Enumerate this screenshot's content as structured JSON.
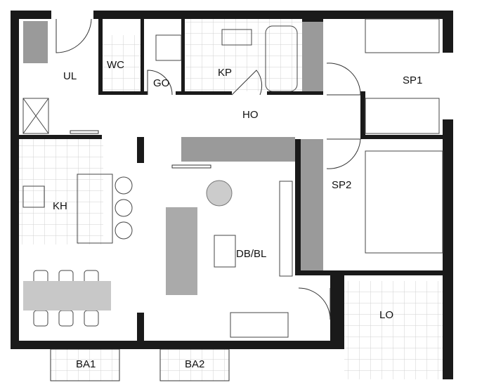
{
  "rooms": {
    "ul": "UL",
    "wc": "WC",
    "go": "GO",
    "kp": "KP",
    "sp1": "SP1",
    "ho": "HO",
    "sp2": "SP2",
    "kh": "KH",
    "dbbl": "DB/BL",
    "lo": "LO",
    "ba1": "BA1",
    "ba2": "BA2"
  },
  "colors": {
    "wall": "#1a1a1a",
    "closet": "#9a9a9a",
    "tile": "#cfcfcf"
  }
}
